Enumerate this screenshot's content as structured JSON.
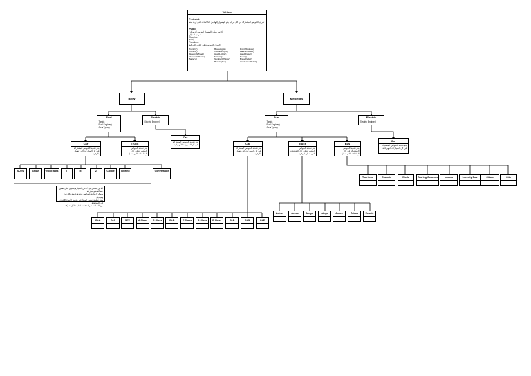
{
  "vehicle": {
    "title": "Vehicle",
    "protected_label": "Protected:",
    "protected_text": "تعرف الخواص المشتركة في كل مركبة يتم الوصول إليها من الكلاسات التي ترث منه",
    "public_label": "Public:",
    "public_text": "كلاس يمكن الوصول إليه من أي مكان",
    "public_sub": "تعريف الدوال",
    "override_label": "Override",
    "override_sub": "إعادة",
    "functions_label": "Functions",
    "functions_sub": "الدوال الموجودة في كلاس المركبة",
    "functions": [
      "TurnOn()",
      "BrakeLight()",
      "FrontWindows()",
      "TurnOff()",
      "IndicatorLight()",
      "BackWindows()",
      "SteeringWheel()",
      "HeadLights()",
      "HandBrake()",
      "NumberOfSeats()",
      "Mirrors()",
      "Doors()",
      "Battery()",
      "NumberOfTires()",
      "BrakePedal()",
      "",
      "BackLights()",
      "AcceleratorPedal()"
    ]
  },
  "brands": {
    "bmw": "BMW",
    "mercedes": "Mercedes"
  },
  "fuel": {
    "title": "Fuel",
    "fields": "Tank()\nFuel Engine()\nGearType()"
  },
  "electric": {
    "title": "Electric",
    "fields": "Electric Engine()"
  },
  "types": {
    "car": "Car",
    "truck": "Truck",
    "bus": "Bus"
  },
  "desc": {
    "car_fuel": "يتم تحديد الخواص المشتركة في كل السيارات التي تعمل بالوقود",
    "truck_fuel": "يتم تحديد الخواص المشتركة في كل الشاحنات التي تعمل بالوقود",
    "bus_fuel": "يتم تحديد الخواص المشتركة في كل الحافلات التي تعمل بالوقود",
    "car_electric": "يتم تحديد الخواص المشتركة في كل السيارات الكهربائية"
  },
  "bmw_car_models": [
    "SUVs",
    "Sedan",
    "Wood Bars",
    "i",
    "M",
    "Z",
    "Coupe",
    "Touring",
    "Convertable"
  ],
  "bmw_note": "كلاس مشتق من كلاس السيارة يحتوي على نفس خصائصه ومميزاته\nويمكن إضافة خصائص جديدة خاصة بكل نوع وموديل\nويتم تطبيق نفس المبدأ على جميع الأنواع الأخرى في المخطط\nمن الشاحنات والحافلات التابعة لكل شركة",
  "mercedes_car_models": [
    "GLA",
    "EoC",
    "SEV",
    "A Class",
    "C Class",
    "GLB",
    "E Class",
    "S Class",
    "G Class",
    "GLB",
    "GLS",
    "GLE"
  ],
  "mercedes_truck_models": [
    "Actros",
    "Arocs",
    "Atego",
    "Atego",
    "Antos",
    "Zetros",
    "Econic"
  ],
  "mercedes_bus_models": [
    "Tourismo",
    "Chassis",
    "World",
    "Touring Coaches",
    "Intouro",
    "Intercity Bus",
    "Citaro",
    "Cito"
  ]
}
